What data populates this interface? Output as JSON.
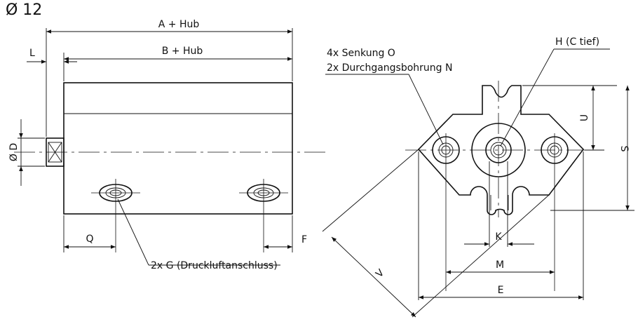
{
  "title": "Ø 12",
  "side_view": {
    "dim_A": "A + Hub",
    "dim_B": "B + Hub",
    "dim_L": "L",
    "dim_D": "Ø D",
    "dim_Q": "Q",
    "dim_F": "F",
    "port_label": "2x G (Druckluftanschluss)"
  },
  "front_view": {
    "counterbore_label": "4x Senkung O",
    "through_hole_label": "2x Durchgangsbohrung N",
    "thread_label": "H (C tief)",
    "dim_U": "U",
    "dim_S": "S",
    "dim_K": "K",
    "dim_M": "M",
    "dim_E": "E",
    "dim_V": "V"
  }
}
